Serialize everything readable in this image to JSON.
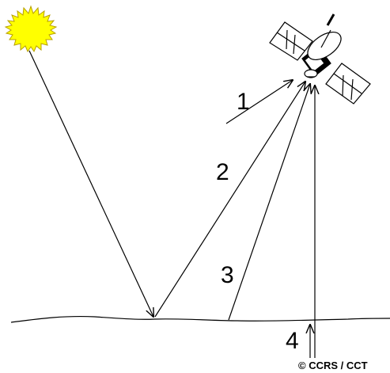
{
  "diagram": {
    "labels": {
      "path_1": "1",
      "path_2": "2",
      "path_3": "3",
      "path_4": "4"
    },
    "credit": "© CCRS / CCT",
    "icons": [
      "sun-icon",
      "satellite-icon"
    ],
    "colors": {
      "sun_fill": "#ffff00",
      "sun_outline": "#b8a000",
      "line": "#000000",
      "background": "#ffffff"
    }
  }
}
